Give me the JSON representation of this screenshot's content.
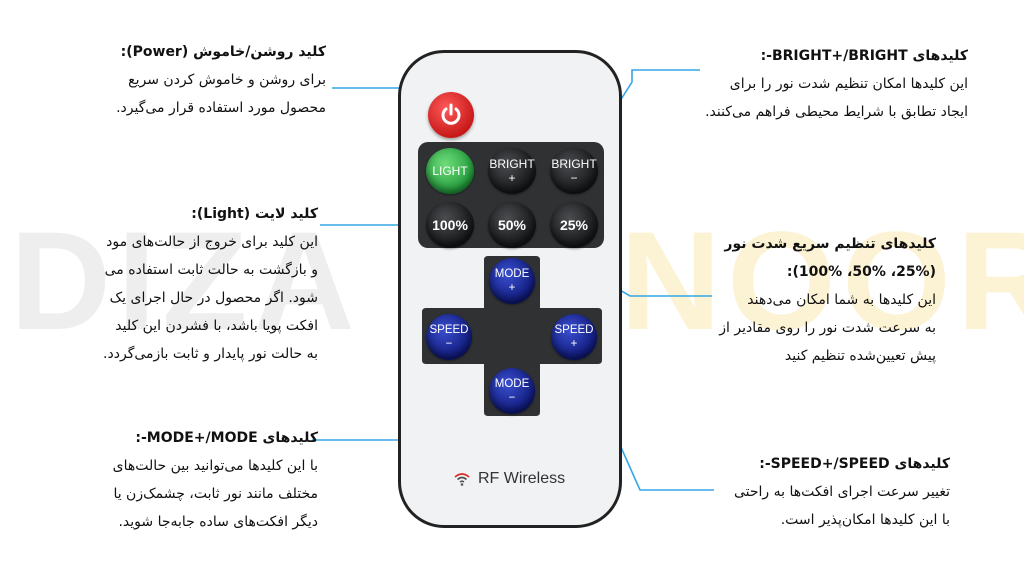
{
  "watermark": {
    "left": "DIZA",
    "right": "NOOR"
  },
  "remote": {
    "buttons": {
      "light": "LIGHT",
      "bright_plus": [
        "BRIGHT",
        "+"
      ],
      "bright_minus": [
        "BRIGHT",
        "−"
      ],
      "p100": "100%",
      "p50": "50%",
      "p25": "25%",
      "mode_plus": [
        "MODE",
        "+"
      ],
      "mode_minus": [
        "MODE",
        "−"
      ],
      "speed_minus": [
        "SPEED",
        "−"
      ],
      "speed_plus": [
        "SPEED",
        "+"
      ]
    },
    "footer": "RF Wireless"
  },
  "annotations": {
    "power": {
      "title": "کلید روشن/خاموش (Power):",
      "lines": [
        "برای روشن و خاموش کردن سریع",
        "محصول مورد استفاده قرار می‌گیرد."
      ]
    },
    "light": {
      "title": "کلید لایت (Light):",
      "lines": [
        "این کلید برای خروج از حالت‌های مود",
        "و بازگشت به حالت ثابت استفاده می",
        "شود. اگر محصول در حال اجرای یک",
        "افکت پویا باشد، با فشردن این کلید",
        "به حالت نور پایدار و ثابت بازمی‌گردد."
      ]
    },
    "mode": {
      "title": "کلیدهای MODE+/MODE-:",
      "lines": [
        "با این کلیدها می‌توانید بین حالت‌های",
        "مختلف مانند نور ثابت، چشمک‌زن یا",
        "دیگر افکت‌های ساده جابه‌جا شوید."
      ]
    },
    "bright": {
      "title": "کلیدهای BRIGHT+/BRIGHT-:",
      "lines": [
        "این کلیدها امکان تنظیم شدت نور را برای",
        "ایجاد تطابق با شرایط محیطی فراهم می‌کنند."
      ]
    },
    "presets": {
      "title": "کلیدهای تنظیم سریع شدت نور",
      "subtitle": "(25%، 50%، 100%):",
      "lines": [
        "این کلیدها به شما امکان می‌دهند",
        "به سرعت شدت نور را روی مقادیر از",
        "پیش تعیین‌شده تنظیم کنید"
      ]
    },
    "speed": {
      "title": "کلیدهای SPEED+/SPEED-:",
      "lines": [
        "تغییر سرعت اجرای افکت‌ها به راحتی",
        "با این کلیدها امکان‌پذیر است."
      ]
    }
  },
  "colors": {
    "line": "#34a7e6",
    "power": "#e02525",
    "light": "#3cc35a",
    "mode_speed": "#1a2aa8",
    "panel": "#2f3133"
  }
}
